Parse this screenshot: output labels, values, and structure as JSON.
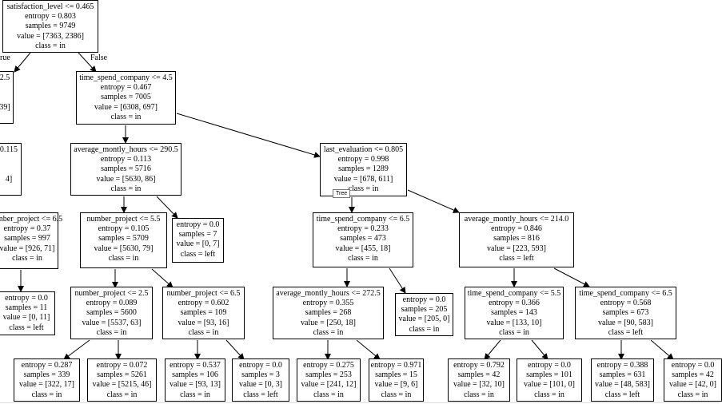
{
  "edge_labels": {
    "left": "rue",
    "right": "False"
  },
  "tooltip": "Tree",
  "nodes": [
    {
      "id": "root",
      "lines": [
        "satisfaction_level <= 0.465",
        "entropy = 0.803",
        "samples = 9749",
        "value = [7363, 2386]",
        "class = in"
      ]
    },
    {
      "id": "l1a",
      "lines": [
        "2.5",
        "",
        "",
        "39]"
      ]
    },
    {
      "id": "l2a",
      "lines": [
        "0.115",
        "",
        "",
        "4]"
      ]
    },
    {
      "id": "l3a",
      "lines": [
        "mber_project <= 6.5",
        "entropy = 0.37",
        "samples = 997",
        "value = [926, 71]",
        "class = in"
      ]
    },
    {
      "id": "l4a",
      "lines": [
        "entropy = 0.0",
        "samples = 11",
        "value = [0, 11]",
        "class = left"
      ]
    },
    {
      "id": "tsc45",
      "lines": [
        "time_spend_company <= 4.5",
        "entropy = 0.467",
        "samples = 7005",
        "value = [6308, 697]",
        "class = in"
      ]
    },
    {
      "id": "amh2905",
      "lines": [
        "average_montly_hours <= 290.5",
        "entropy = 0.113",
        "samples = 5716",
        "value = [5630, 86]",
        "class = in"
      ]
    },
    {
      "id": "le0805",
      "lines": [
        "last_evaluation <= 0.805",
        "entropy = 0.998",
        "samples = 1289",
        "value = [678, 611]",
        "class = in"
      ]
    },
    {
      "id": "np55",
      "lines": [
        "number_project <= 5.5",
        "entropy = 0.105",
        "samples = 5709",
        "value = [5630, 79]",
        "class = in"
      ]
    },
    {
      "id": "leaf7",
      "lines": [
        "entropy = 0.0",
        "samples = 7",
        "value = [0, 7]",
        "class = left"
      ]
    },
    {
      "id": "tsc65",
      "lines": [
        "time_spend_company <= 6.5",
        "entropy = 0.233",
        "samples = 473",
        "value = [455, 18]",
        "class = in"
      ]
    },
    {
      "id": "amh214",
      "lines": [
        "average_montly_hours <= 214.0",
        "entropy = 0.846",
        "samples = 816",
        "value = [223, 593]",
        "class = left"
      ]
    },
    {
      "id": "np25",
      "lines": [
        "number_project <= 2.5",
        "entropy = 0.089",
        "samples = 5600",
        "value = [5537, 63]",
        "class = in"
      ]
    },
    {
      "id": "np65",
      "lines": [
        "number_project <= 6.5",
        "entropy = 0.602",
        "samples = 109",
        "value = [93, 16]",
        "class = in"
      ]
    },
    {
      "id": "amh2725",
      "lines": [
        "average_montly_hours <= 272.5",
        "entropy = 0.355",
        "samples = 268",
        "value = [250, 18]",
        "class = in"
      ]
    },
    {
      "id": "leaf205",
      "lines": [
        "entropy = 0.0",
        "samples = 205",
        "value = [205, 0]",
        "class = in"
      ]
    },
    {
      "id": "tsc55",
      "lines": [
        "time_spend_company <= 5.5",
        "entropy = 0.366",
        "samples = 143",
        "value = [133, 10]",
        "class = in"
      ]
    },
    {
      "id": "tsc65b",
      "lines": [
        "time_spend_company <= 6.5",
        "entropy = 0.568",
        "samples = 673",
        "value = [90, 583]",
        "class = left"
      ]
    },
    {
      "id": "leaf339",
      "lines": [
        "entropy = 0.287",
        "samples = 339",
        "value = [322, 17]",
        "class = in"
      ]
    },
    {
      "id": "leaf5261",
      "lines": [
        "entropy = 0.072",
        "samples = 5261",
        "value = [5215, 46]",
        "class = in"
      ]
    },
    {
      "id": "leaf106",
      "lines": [
        "entropy = 0.537",
        "samples = 106",
        "value = [93, 13]",
        "class = in"
      ]
    },
    {
      "id": "leaf3",
      "lines": [
        "entropy = 0.0",
        "samples = 3",
        "value = [0, 3]",
        "class = left"
      ]
    },
    {
      "id": "leaf253",
      "lines": [
        "entropy = 0.275",
        "samples = 253",
        "value = [241, 12]",
        "class = in"
      ]
    },
    {
      "id": "leaf15",
      "lines": [
        "entropy = 0.971",
        "samples = 15",
        "value = [9, 6]",
        "class = in"
      ]
    },
    {
      "id": "leaf42a",
      "lines": [
        "entropy = 0.792",
        "samples = 42",
        "value = [32, 10]",
        "class = in"
      ]
    },
    {
      "id": "leaf101",
      "lines": [
        "entropy = 0.0",
        "samples = 101",
        "value = [101, 0]",
        "class = in"
      ]
    },
    {
      "id": "leaf631",
      "lines": [
        "entropy = 0.388",
        "samples = 631",
        "value = [48, 583]",
        "class = left"
      ]
    },
    {
      "id": "leaf42b",
      "lines": [
        "entropy = 0.0",
        "samples = 42",
        "value = [42, 0]",
        "class = in"
      ]
    }
  ]
}
